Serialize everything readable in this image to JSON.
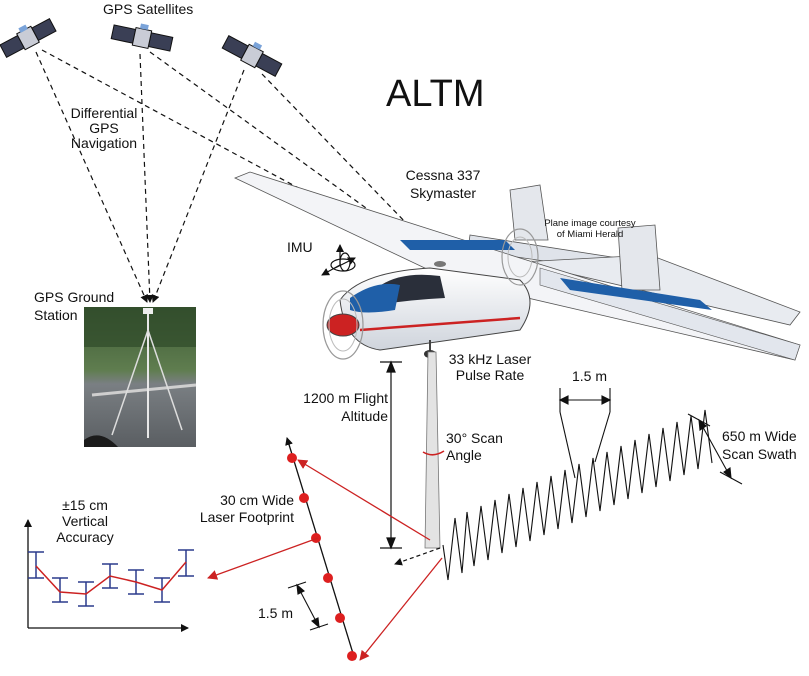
{
  "title": "ALTM",
  "satellites": {
    "label": "GPS Satellites"
  },
  "dgps": {
    "line1": "Differential",
    "line2": "GPS",
    "line3": "Navigation"
  },
  "ground_station": {
    "line1": "GPS Ground",
    "line2": "Station"
  },
  "aircraft": {
    "line1": "Cessna 337",
    "line2": "Skymaster"
  },
  "credit": {
    "line1": "Plane image courtesy",
    "line2": "of Miami Herald"
  },
  "imu": {
    "label": "IMU"
  },
  "pulse_rate": {
    "line1": "33 kHz Laser",
    "line2": "Pulse Rate"
  },
  "altitude": {
    "line1": "1200 m Flight",
    "line2": "Altitude"
  },
  "scan_angle": {
    "line1": "30° Scan",
    "line2": "Angle"
  },
  "spacing_top": {
    "label": "1.5 m"
  },
  "swath": {
    "line1": "650 m Wide",
    "line2": "Scan Swath"
  },
  "footprint": {
    "line1": "30 cm Wide",
    "line2": "Laser Footprint"
  },
  "accuracy": {
    "line1": "±15 cm",
    "line2": "Vertical",
    "line3": "Accuracy"
  },
  "spacing_bottom": {
    "label": "1.5 m"
  },
  "colors": {
    "laser_red": "#cc2222",
    "wing_blue": "#1f5fa8",
    "error_bar_blue": "#2b3a8c"
  }
}
